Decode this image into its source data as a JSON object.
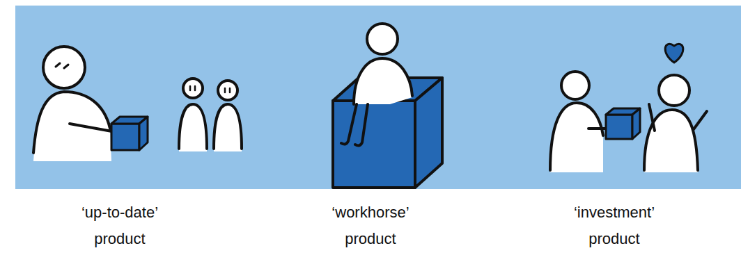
{
  "diagram": {
    "labels": [
      "‘up-to-date’ product",
      "‘workhorse’ product",
      "‘investment’ product"
    ]
  }
}
